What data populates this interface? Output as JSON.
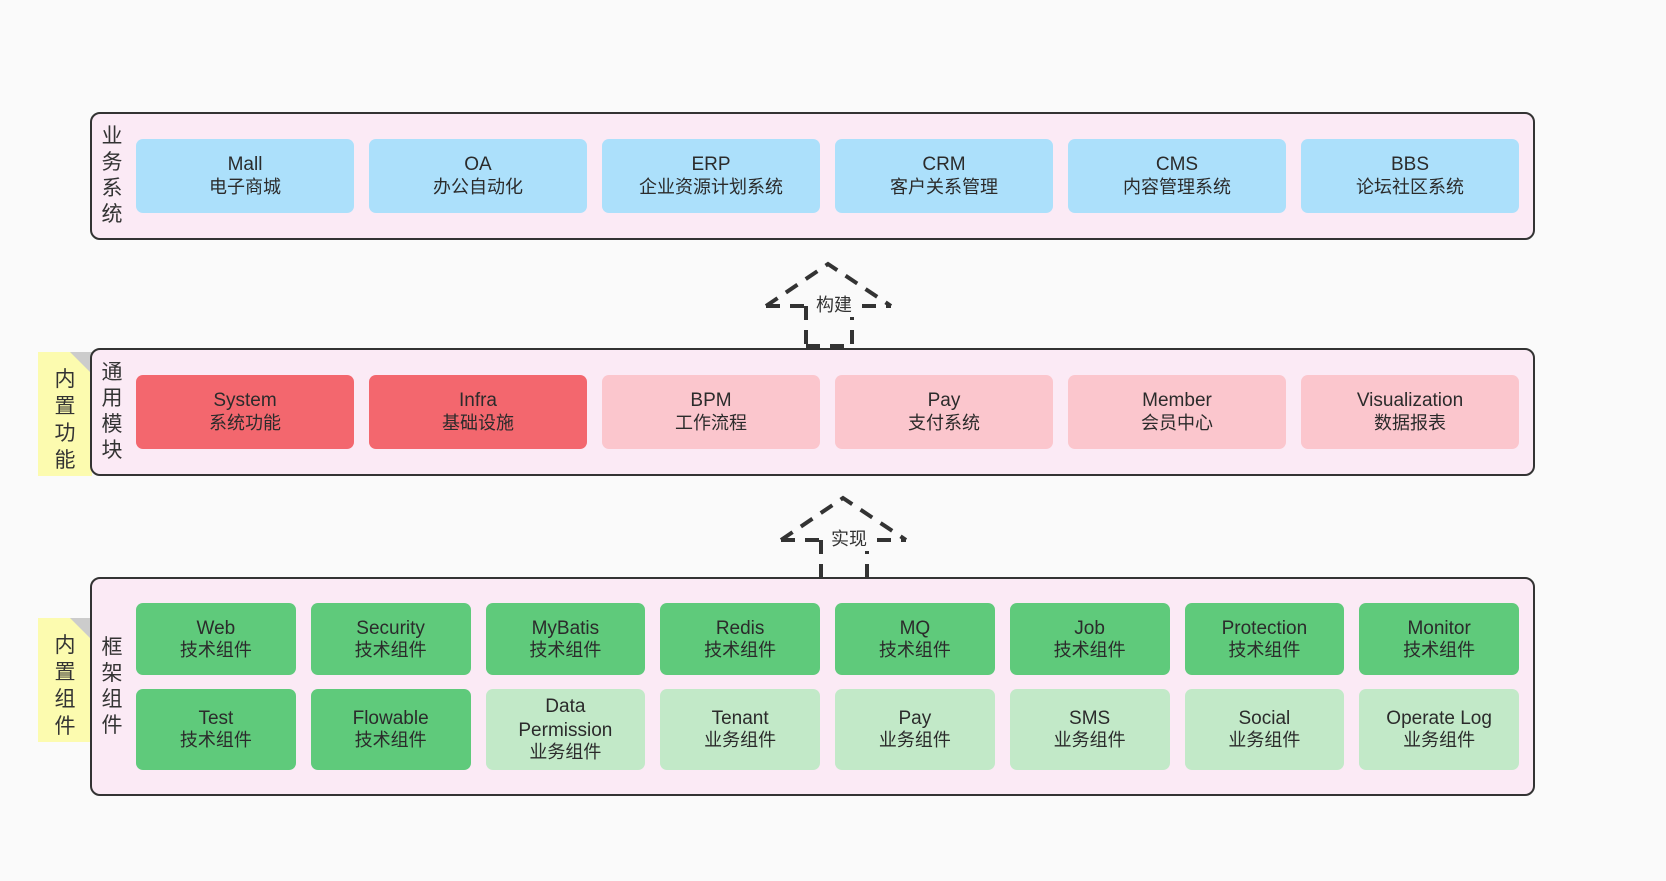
{
  "layers": [
    {
      "id": "business",
      "label": "业务系统",
      "label_chars": [
        "业",
        "务",
        "系",
        "统"
      ],
      "note": null,
      "rows": [
        {
          "cells": [
            {
              "en": "Mall",
              "cn": "电子商城",
              "color": "c-blue"
            },
            {
              "en": "OA",
              "cn": "办公自动化",
              "color": "c-blue"
            },
            {
              "en": "ERP",
              "cn": "企业资源计划系统",
              "color": "c-blue"
            },
            {
              "en": "CRM",
              "cn": "客户关系管理",
              "color": "c-blue"
            },
            {
              "en": "CMS",
              "cn": "内容管理系统",
              "color": "c-blue"
            },
            {
              "en": "BBS",
              "cn": "论坛社区系统",
              "color": "c-blue"
            }
          ]
        }
      ]
    },
    {
      "id": "common",
      "label": "通用模块",
      "label_chars": [
        "通",
        "用",
        "模",
        "块"
      ],
      "note": {
        "text": "内置功能",
        "chars": [
          "内",
          "置",
          "功",
          "能"
        ]
      },
      "rows": [
        {
          "cells": [
            {
              "en": "System",
              "cn": "系统功能",
              "color": "c-red"
            },
            {
              "en": "Infra",
              "cn": "基础设施",
              "color": "c-red"
            },
            {
              "en": "BPM",
              "cn": "工作流程",
              "color": "c-pink"
            },
            {
              "en": "Pay",
              "cn": "支付系统",
              "color": "c-pink"
            },
            {
              "en": "Member",
              "cn": "会员中心",
              "color": "c-pink"
            },
            {
              "en": "Visualization",
              "cn": "数据报表",
              "color": "c-pink"
            }
          ]
        }
      ]
    },
    {
      "id": "framework",
      "label": "框架组件",
      "label_chars": [
        "框",
        "架",
        "组",
        "件"
      ],
      "note": {
        "text": "内置组件",
        "chars": [
          "内",
          "置",
          "组",
          "件"
        ]
      },
      "rows": [
        {
          "cells": [
            {
              "en": "Web",
              "cn": "技术组件",
              "color": "c-green"
            },
            {
              "en": "Security",
              "cn": "技术组件",
              "color": "c-green"
            },
            {
              "en": "MyBatis",
              "cn": "技术组件",
              "color": "c-green"
            },
            {
              "en": "Redis",
              "cn": "技术组件",
              "color": "c-green"
            },
            {
              "en": "MQ",
              "cn": "技术组件",
              "color": "c-green"
            },
            {
              "en": "Job",
              "cn": "技术组件",
              "color": "c-green"
            },
            {
              "en": "Protection",
              "cn": "技术组件",
              "color": "c-green"
            },
            {
              "en": "Monitor",
              "cn": "技术组件",
              "color": "c-green"
            }
          ]
        },
        {
          "cells": [
            {
              "en": "Test",
              "cn": "技术组件",
              "color": "c-green"
            },
            {
              "en": "Flowable",
              "cn": "技术组件",
              "color": "c-green"
            },
            {
              "en": "Data Permission",
              "cn": "业务组件",
              "color": "c-lgreen"
            },
            {
              "en": "Tenant",
              "cn": "业务组件",
              "color": "c-lgreen"
            },
            {
              "en": "Pay",
              "cn": "业务组件",
              "color": "c-lgreen"
            },
            {
              "en": "SMS",
              "cn": "业务组件",
              "color": "c-lgreen"
            },
            {
              "en": "Social",
              "cn": "业务组件",
              "color": "c-lgreen"
            },
            {
              "en": "Operate Log",
              "cn": "业务组件",
              "color": "c-lgreen"
            }
          ]
        }
      ]
    }
  ],
  "connectors": [
    {
      "id": "build",
      "label": "构建"
    },
    {
      "id": "implement",
      "label": "实现"
    }
  ],
  "colors": {
    "background": "#fafafa",
    "band_fill": "#fbeaf5",
    "band_border": "#333333",
    "blue": "#ace0fb",
    "red": "#f3676e",
    "pink": "#fbc6cd",
    "green": "#5fca7b",
    "light_green": "#c2e9c8",
    "note_fill": "#fcfbaf",
    "note_fold": "#cccccc"
  }
}
